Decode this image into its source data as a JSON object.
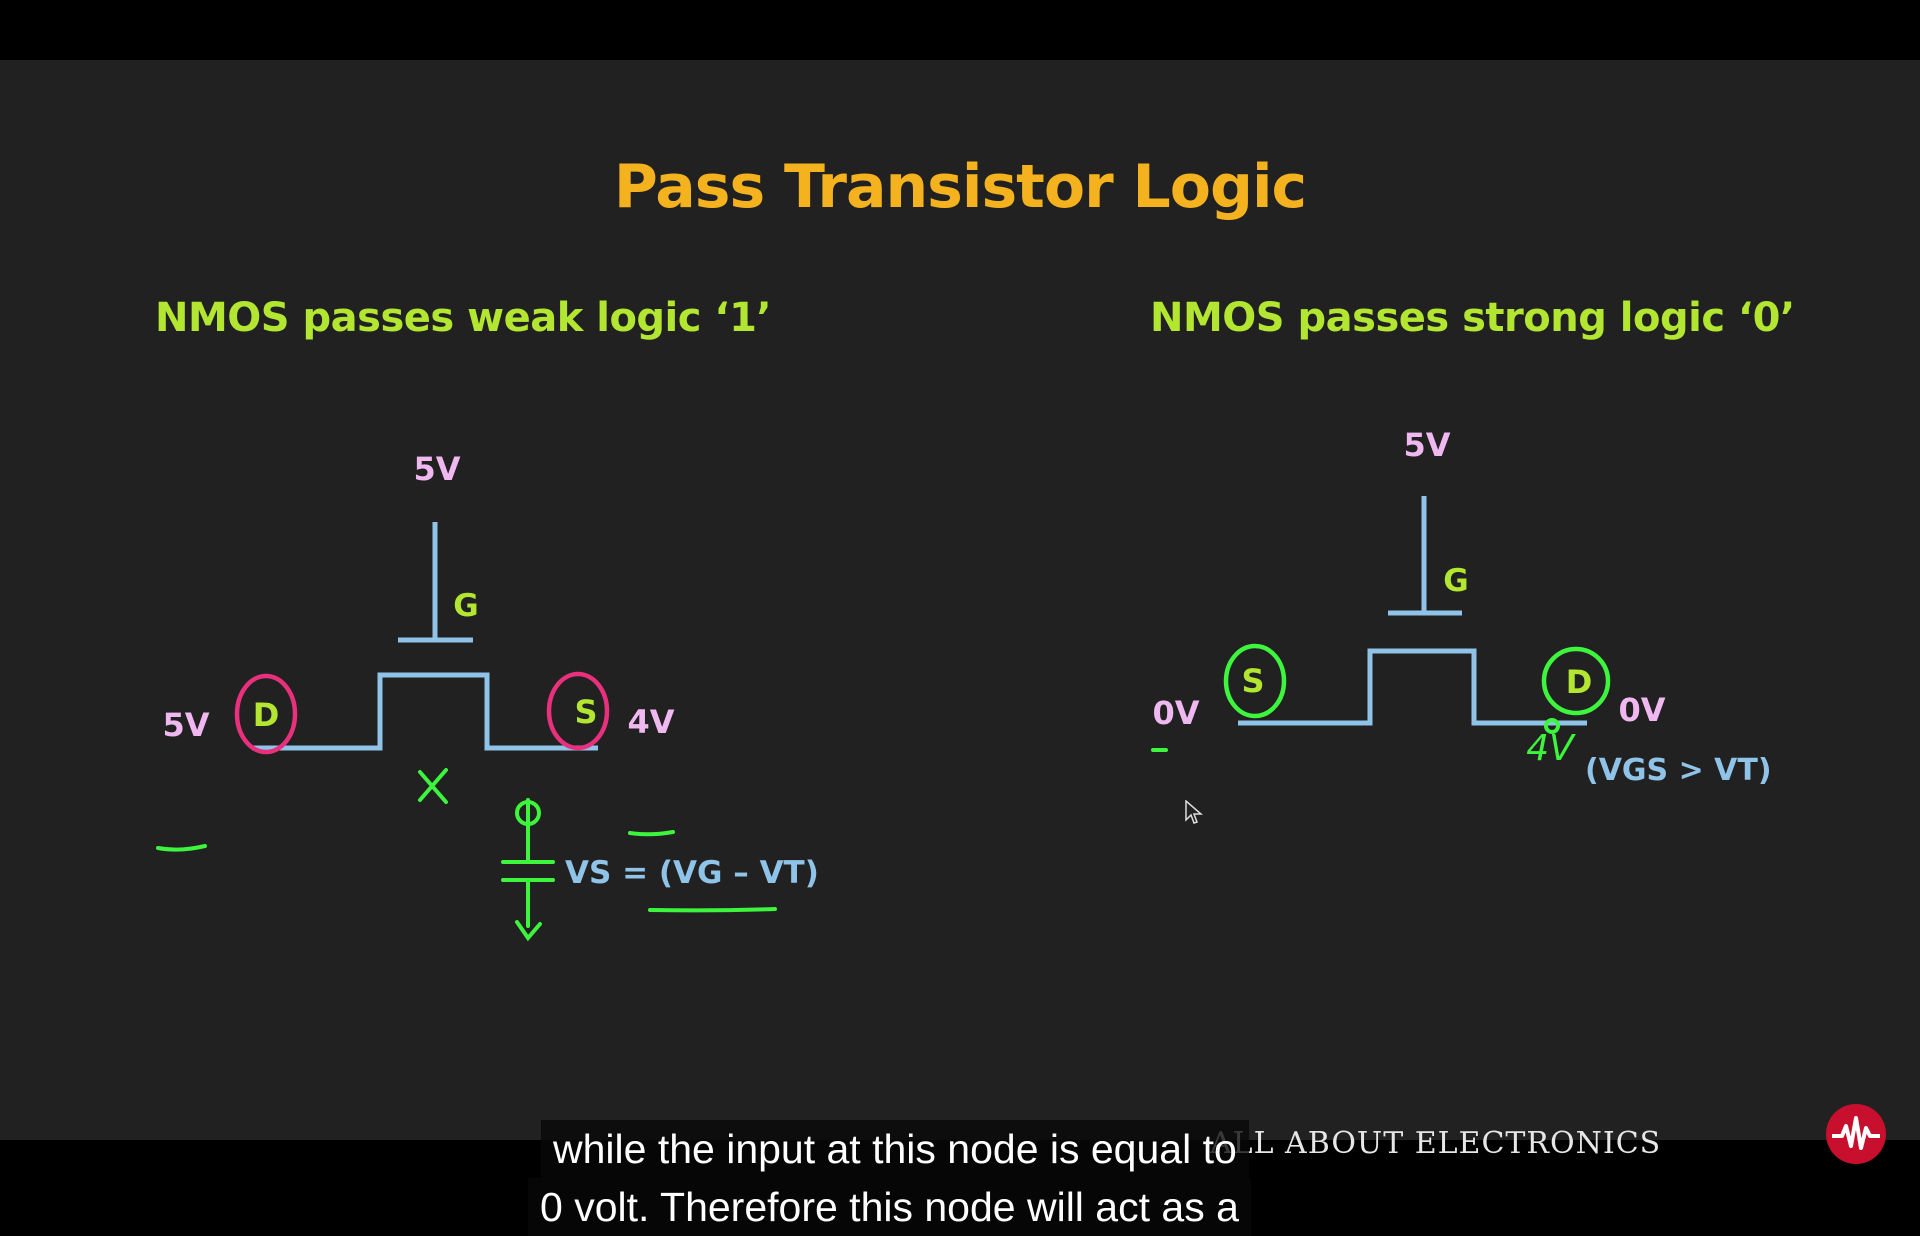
{
  "slide": {
    "title": "Pass Transistor Logic",
    "left": {
      "heading": "NMOS passes weak logic ‘1’",
      "gate_voltage": "5V",
      "gate_label": "G",
      "drain_label": "D",
      "source_label": "S",
      "input_voltage": "5V",
      "output_voltage": "4V",
      "equation": "VS = (VG – VT)"
    },
    "right": {
      "heading": "NMOS passes strong logic ‘0’",
      "gate_voltage": "5V",
      "gate_label": "G",
      "source_label": "S",
      "drain_label": "D",
      "input_voltage": "0V",
      "output_voltage": "0V",
      "handwritten_voltage": "4V",
      "condition": "(VGS > VT)"
    },
    "watermark": "ALL ABOUT ELECTRONICS"
  },
  "captions": {
    "line1": "while the input at this node is equal to",
    "line2": "0 volt. Therefore this node will act as a"
  },
  "colors": {
    "title": "#f5b21f",
    "heading": "#b2e630",
    "circuit": "#8fc3e8",
    "voltage": "#f0b8f0",
    "annotation_green": "#3ef53e",
    "annotation_pink": "#e8307c",
    "background": "#212121"
  },
  "icons": [
    "mouse-cursor-icon",
    "channel-logo-icon"
  ]
}
